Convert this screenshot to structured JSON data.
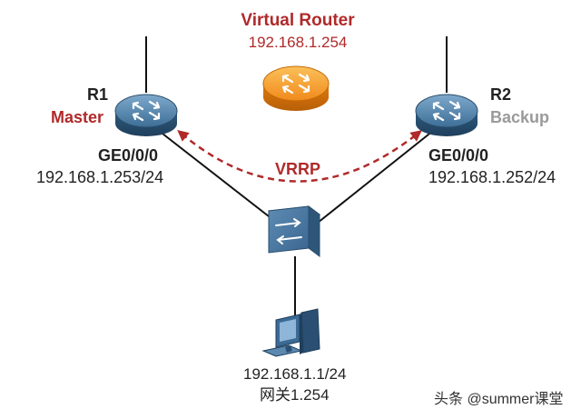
{
  "virtual_router": {
    "title": "Virtual Router",
    "ip": "192.168.1.254"
  },
  "r1": {
    "name": "R1",
    "role": "Master",
    "port": "GE0/0/0",
    "ip": "192.168.1.253/24"
  },
  "r2": {
    "name": "R2",
    "role": "Backup",
    "port": "GE0/0/0",
    "ip": "192.168.1.252/24"
  },
  "protocol": "VRRP",
  "pc": {
    "ip": "192.168.1.1/24",
    "gateway": "网关1.254"
  },
  "watermark": "头条 @summer课堂",
  "colors": {
    "accent_red": "#b02a2a",
    "router_blue": "#3d6e96",
    "virtual_router_orange": "#f08a1c",
    "backup_gray": "#9a9a9a"
  },
  "icons": [
    "router-icon",
    "virtual-router-icon",
    "switch-icon",
    "pc-icon"
  ]
}
